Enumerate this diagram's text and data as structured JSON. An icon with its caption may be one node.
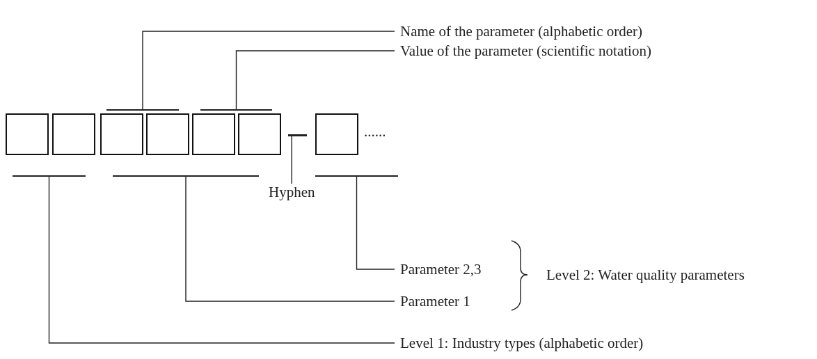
{
  "diagram": {
    "nodes": [
      {
        "text": [
          "Name of the parameter (alphabetic order)"
        ]
      },
      {
        "text": [
          "Value of the parameter (scientific notation)"
        ]
      },
      {
        "text": [],
        "shape": "bar"
      },
      {
        "text": [],
        "shape": "bar"
      },
      {
        "text": [],
        "shape": "box"
      },
      {
        "text": [],
        "shape": "box"
      },
      {
        "text": [],
        "shape": "box"
      },
      {
        "text": [],
        "shape": "box"
      },
      {
        "text": [],
        "shape": "box"
      },
      {
        "text": [],
        "shape": "box"
      },
      {
        "text": [],
        "shape": "bar"
      },
      {
        "text": [],
        "shape": "box",
        "beside": [
          "......"
        ]
      },
      {
        "text": [],
        "shape": "bar"
      },
      {
        "text": [],
        "shape": "bar"
      },
      {
        "text": [],
        "shape": "bar"
      },
      {
        "text": [
          "Hyphen"
        ]
      },
      {
        "text": [
          "Parameter 2,3"
        ]
      },
      {
        "text": [
          "Parameter 1"
        ]
      },
      {
        "text": [
          "Level 1: Industry types (alphabetic order)"
        ]
      }
    ],
    "edges": [
      {
        "from": 0,
        "to": 2,
        "arrow": "none"
      },
      {
        "from": 1,
        "to": 3,
        "arrow": "none"
      },
      {
        "from": 15,
        "to": 10,
        "arrow": "none"
      },
      {
        "from": 16,
        "to": 14,
        "arrow": "none"
      },
      {
        "from": 17,
        "to": 13,
        "arrow": "none"
      },
      {
        "from": 18,
        "to": 12,
        "arrow": "none"
      }
    ],
    "labels": [
      "Level 2: Water quality parameters"
    ]
  }
}
